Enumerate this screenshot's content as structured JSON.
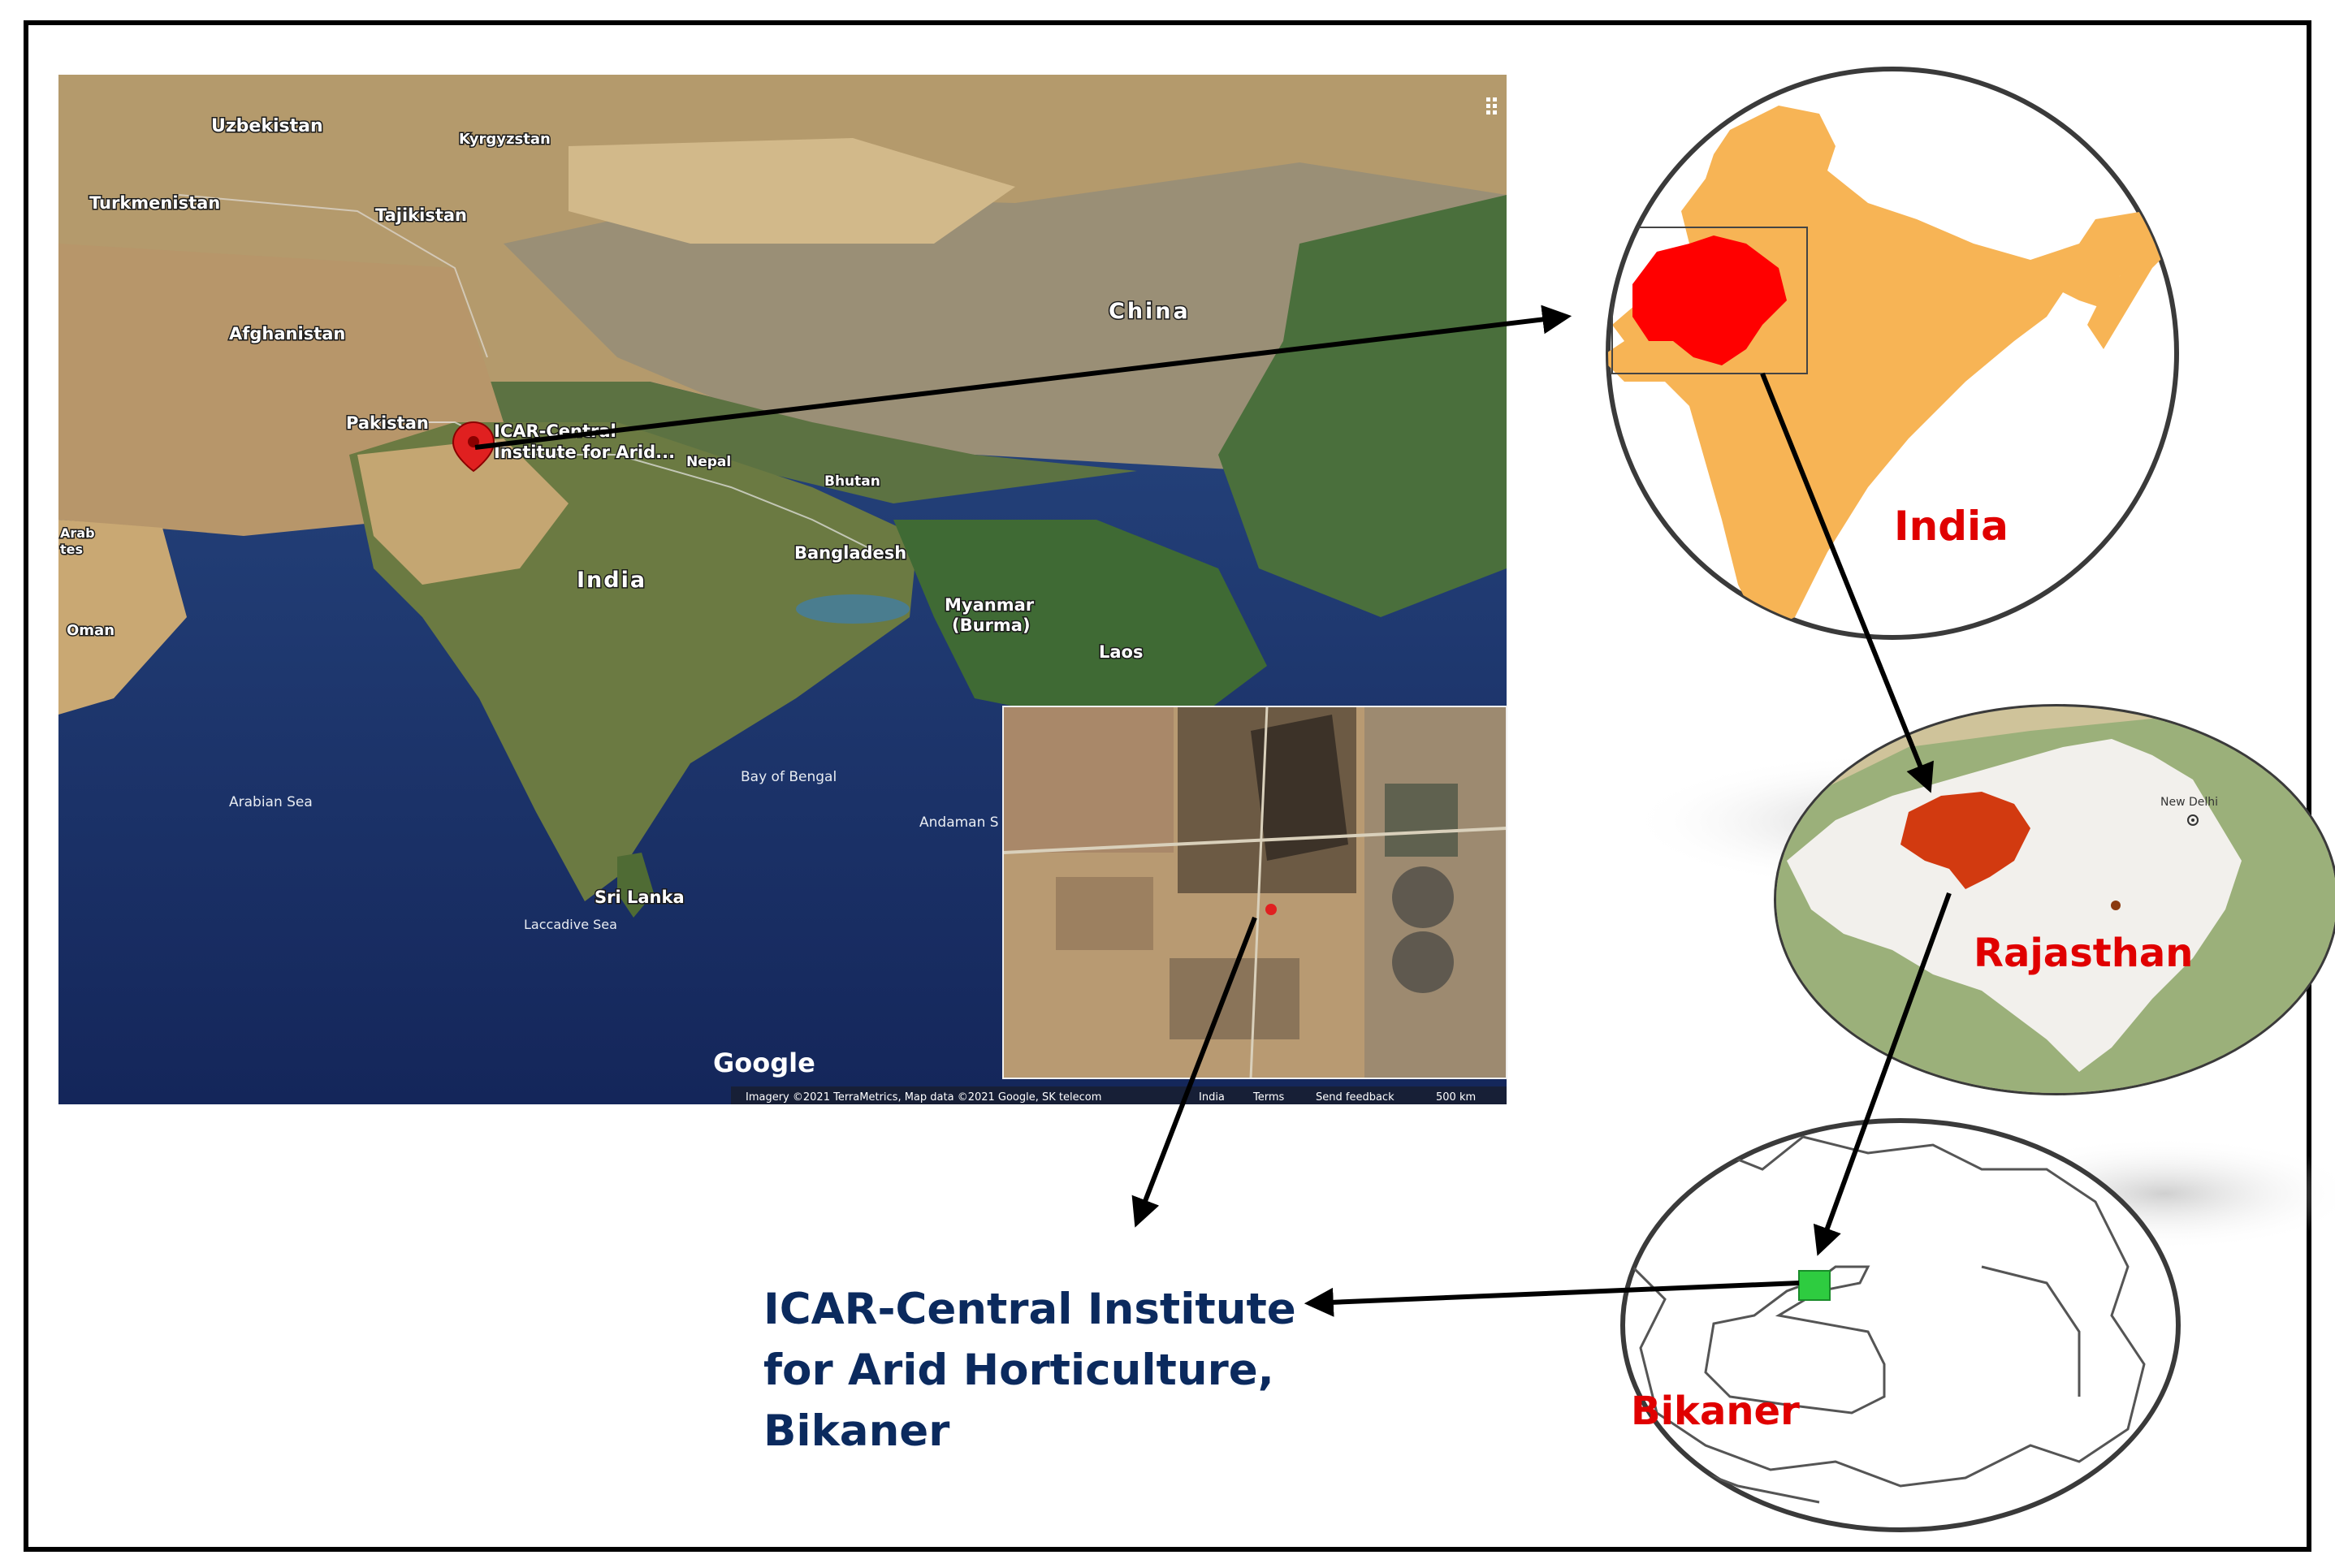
{
  "map_labels": {
    "uzbekistan": "Uzbekistan",
    "kyrgyzstan": "Kyrgyzstan",
    "turkmenistan": "Turkmenistan",
    "tajikistan": "Tajikistan",
    "afghanistan": "Afghanistan",
    "china": "China",
    "pakistan": "Pakistan",
    "pin_label_1": "ICAR-Central",
    "pin_label_2": "Institute for Arid...",
    "nepal": "Nepal",
    "bhutan": "Bhutan",
    "india": "India",
    "bangladesh": "Bangladesh",
    "myanmar_1": "Myanmar",
    "myanmar_2": "(Burma)",
    "laos": "Laos",
    "oman": "Oman",
    "arab_1": "Arab",
    "arab_2": "tes",
    "arabian_sea": "Arabian Sea",
    "bay_of_bengal": "Bay of Bengal",
    "andaman": "Andaman S",
    "sri_lanka": "Sri Lanka",
    "laccadive_sea": "Laccadive Sea",
    "google": "Google",
    "footer_imagery": "Imagery ©2021 TerraMetrics, Map data ©2021 Google, SK telecom",
    "footer_india": "India",
    "footer_terms": "Terms",
    "footer_feedback": "Send feedback",
    "footer_scale": "500 km"
  },
  "regions": {
    "india": "India",
    "rajasthan": "Rajasthan",
    "bikaner": "Bikaner",
    "new_delhi": "New Delhi"
  },
  "caption": {
    "line1": "ICAR-Central Institute",
    "line2": "for Arid Horticulture,",
    "line3": "Bikaner"
  },
  "colors": {
    "india_fill": "#f7b455",
    "rajasthan_fill": "#ff0000",
    "bikaner_fill": "#d23a10",
    "site_marker": "#2ecc40",
    "caption_text": "#0b2a5e",
    "region_title": "#e00000"
  }
}
